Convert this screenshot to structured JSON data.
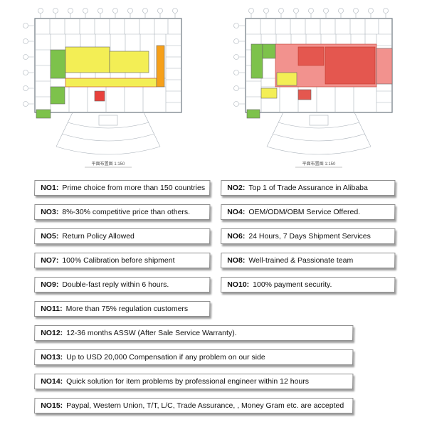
{
  "plans": {
    "left": {
      "caption": "平面布置图 1:150"
    },
    "right": {
      "caption": "平面布置图 1:150"
    },
    "colors": {
      "yellow": "#f3ee55",
      "green": "#7dc24b",
      "red": "#e8413c",
      "pink": "#f2928e",
      "dark_red": "#e4574f",
      "orange": "#f6a01a",
      "line": "#aab2ba"
    }
  },
  "features": {
    "items": [
      {
        "no": "NO1:",
        "text": "Prime choice from more than 150 countries"
      },
      {
        "no": "NO2:",
        "text": "Top 1 of Trade Assurance in Alibaba"
      },
      {
        "no": "NO3:",
        "text": "8%-30% competitive price than others."
      },
      {
        "no": "NO4:",
        "text": "OEM/ODM/OBM Service Offered."
      },
      {
        "no": "NO5:",
        "text": "Return Policy Allowed"
      },
      {
        "no": "NO6:",
        "text": "24 Hours, 7 Days Shipment Services"
      },
      {
        "no": "NO7:",
        "text": "100% Calibration before shipment"
      },
      {
        "no": "NO8:",
        "text": "Well-trained & Passionate team"
      },
      {
        "no": "NO9:",
        "text": "Double-fast reply within 6 hours."
      },
      {
        "no": "NO10:",
        "text": "100% payment security."
      },
      {
        "no": "NO11:",
        "text": "More than 75% regulation customers"
      },
      {
        "no": "NO12:",
        "text": "12-36 months ASSW (After Sale Service Warranty)."
      },
      {
        "no": "NO13:",
        "text": "Up to USD 20,000 Compensation if any problem on our side"
      },
      {
        "no": "NO14:",
        "text": "Quick solution for item problems by professional engineer within 12 hours"
      },
      {
        "no": "NO15:",
        "text": "Paypal, Western Union, T/T, L/C, Trade Assurance, , Money Gram etc. are accepted"
      }
    ]
  }
}
